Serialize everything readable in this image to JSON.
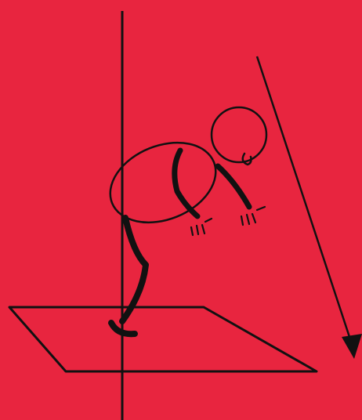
{
  "background_color": "#E8253F",
  "ink_color": "#111111",
  "elements": {
    "figure": "stick-figure-leaning-forward",
    "vertical_line": "vertical-axis-line",
    "ground_plane": "ground-parallelogram",
    "arrow": "diagonal-arrow"
  }
}
